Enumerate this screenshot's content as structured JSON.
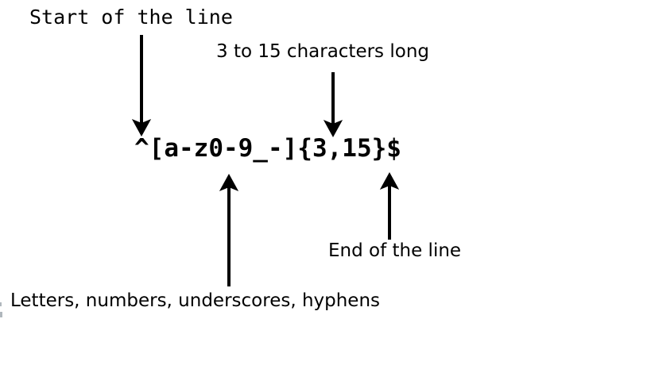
{
  "diagram": {
    "regex": "^[a-z0-9_-]{3,15}$",
    "labels": {
      "start": "Start of the line",
      "length": "3 to 15 characters long",
      "end": "End of the line",
      "charclass": "Letters, numbers, underscores, hyphens"
    },
    "icons": {
      "arrow_down": "▼",
      "arrow_up": "▲"
    },
    "colors": {
      "foreground": "#000000",
      "background": "#ffffff",
      "edge_artifact": "#b0b7bd"
    }
  }
}
